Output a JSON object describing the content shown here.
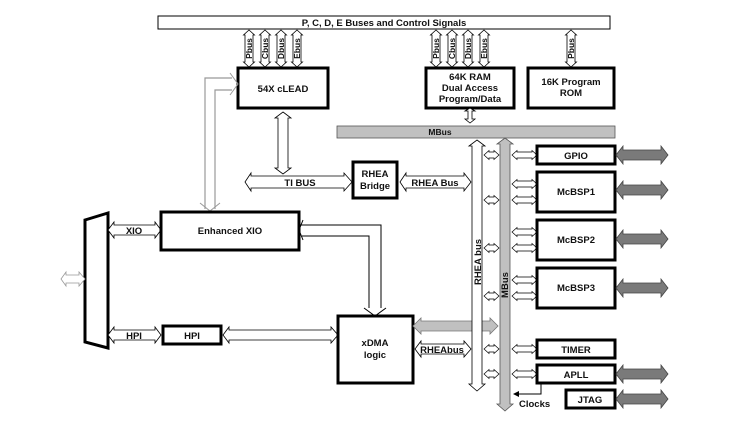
{
  "title": "P, C, D, E Buses and Control Signals",
  "colors": {
    "stroke": "#000000",
    "bus_outline": "#9a9a9a",
    "mbus_fill": "#c0c0c0",
    "external_arrow_fill": "#7a7a7a",
    "background": "#ffffff"
  },
  "top_bus_taps": {
    "clead": [
      "Pbus",
      "Cbus",
      "Dbus",
      "Ebus"
    ],
    "ram": [
      "Pbus",
      "Cbus",
      "Dbus",
      "Ebus"
    ],
    "rom": [
      "Pbus"
    ]
  },
  "blocks": {
    "clead": "54X cLEAD",
    "ram": [
      "64K RAM",
      "Dual Access",
      "Program/Data"
    ],
    "rom": [
      "16K Program",
      "ROM"
    ],
    "rhea_bridge": [
      "RHEA",
      "Bridge"
    ],
    "enhanced_xio": "Enhanced XIO",
    "hpi": "HPI",
    "xdma": [
      "xDMA",
      "logic"
    ],
    "gpio": "GPIO",
    "mcbsp1": "McBSP1",
    "mcbsp2": "McBSP2",
    "mcbsp3": "McBSP3",
    "timer": "TIMER",
    "apll": "APLL",
    "jtag": "JTAG"
  },
  "buses": {
    "mbus_horizontal": "MBus",
    "mbus_vertical": "MBus",
    "rhea_bus_vertical": "RHEA bus",
    "ti_bus": "TI BUS",
    "rhea_bus": "RHEA Bus",
    "rheabus": "RHEAbus",
    "xio": "XIO",
    "hpi": "HPI",
    "clocks": "Clocks"
  }
}
